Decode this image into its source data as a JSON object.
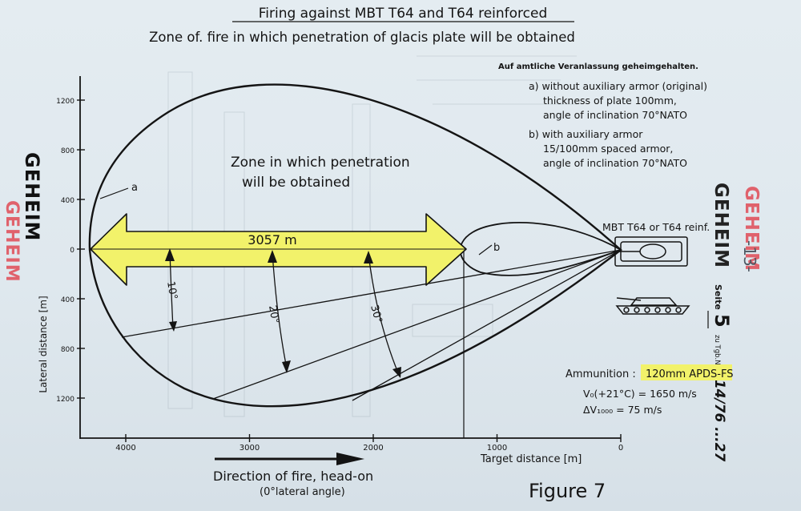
{
  "title": "Firing against MBT T64 and T64 reinforced",
  "subtitle": "Zone of. fire in which penetration of glacis plate will be obtained",
  "classification_note": "Auf amtliche Veranlassung geheimgehalten.",
  "legend": {
    "a": [
      "a) without auxiliary armor (original)",
      "thickness of plate 100mm,",
      "angle of inclination 70°NATO"
    ],
    "b": [
      "b) with auxiliary armor",
      "15/100mm spaced armor,",
      "angle of inclination 70°NATO"
    ]
  },
  "zone_label": [
    "Zone in which penetration",
    "will be obtained"
  ],
  "distance_marker": "3057 m",
  "target_label": "MBT T64 or T64 reinf.",
  "curve_labels": {
    "a": "a",
    "b": "b"
  },
  "angle_labels": [
    "10°",
    "20°",
    "30°"
  ],
  "axes": {
    "y_label": "Lateral distance [m]",
    "y_ticks": [
      "1200",
      "800",
      "400",
      "0",
      "400",
      "800",
      "1200"
    ],
    "x_label": "Target distance [m]",
    "x_ticks": [
      "4000",
      "3000",
      "2000",
      "1000",
      "0"
    ]
  },
  "ammunition": {
    "label": "Ammunition :",
    "value": "120mm APDS-FS",
    "v0_label": "V₀(+21°C) = 1650 m/s",
    "dv_label": "ΔV₁₀₀₀ = 75 m/s"
  },
  "direction": [
    "Direction of fire, head-on",
    "(0°lateral angle)"
  ],
  "figure": "Figure 7",
  "stamps": {
    "primary": "GEHEIM",
    "secondary": "GEHEIM"
  },
  "seite": {
    "label": "Seite",
    "number": "5",
    "ref": "zu Tgb.Nr.",
    "handwritten": "114/76 ...27"
  },
  "page_number": "-13-",
  "colors": {
    "ink": "#141414",
    "highlight": "#f2f26a",
    "stamp_red": "#e0626c",
    "background": "#dfe8ee"
  }
}
